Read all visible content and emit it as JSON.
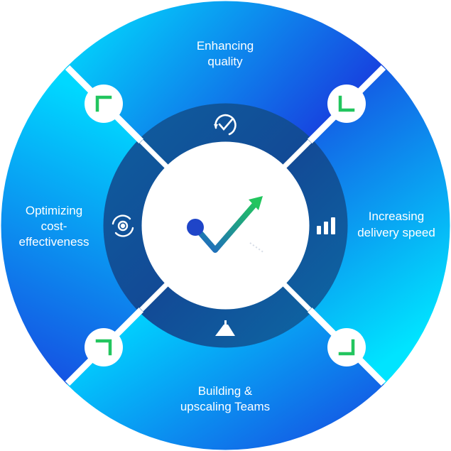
{
  "segments": {
    "top": {
      "lines": [
        "Enhancing",
        "quality"
      ],
      "icon": "check-cycle-icon"
    },
    "right": {
      "lines": [
        "Increasing",
        "delivery speed"
      ],
      "icon": "bar-chart-icon"
    },
    "bottom": {
      "lines": [
        "Building &",
        "upscaling Teams"
      ],
      "icon": "scale-balance-icon"
    },
    "left": {
      "lines": [
        "Optimizing",
        "cost-",
        "effectiveness"
      ],
      "icon": "gear-cycle-icon"
    }
  },
  "center": {
    "icon": "growth-check-arrow-icon"
  },
  "connectors": {
    "top_left": "corner-bracket-icon",
    "top_right": "corner-bracket-icon",
    "bottom_left": "corner-bracket-icon",
    "bottom_right": "corner-bracket-icon"
  },
  "colors": {
    "outer_light": "#00e0ff",
    "outer_dark": "#1a4fe0",
    "ring_light": "#0d6fa8",
    "ring_dark": "#123a8a",
    "accent_green": "#22c55e",
    "white": "#ffffff"
  }
}
